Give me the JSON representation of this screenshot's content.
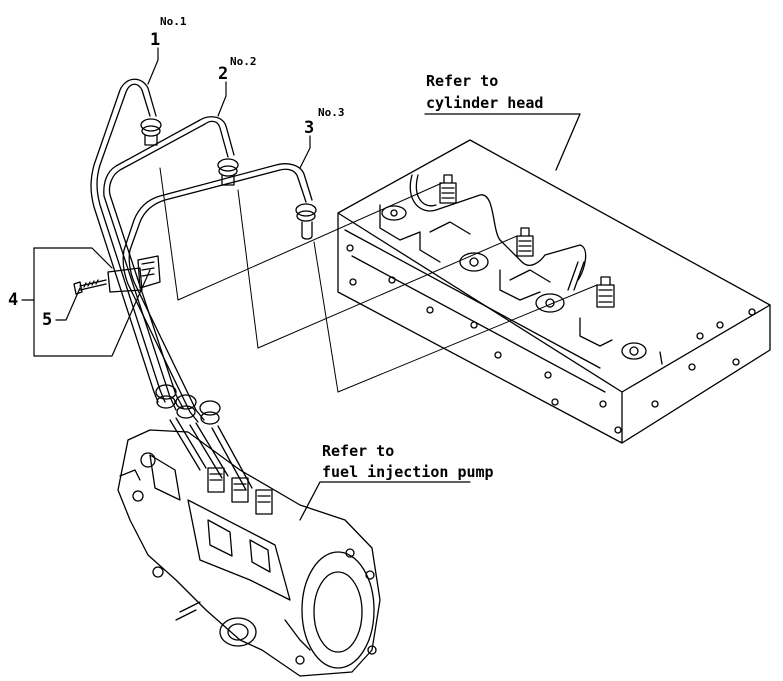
{
  "callouts": {
    "no1": "No.1",
    "no2": "No.2",
    "no3": "No.3",
    "n1": "1",
    "n2": "2",
    "n3": "3",
    "n4": "4",
    "n5": "5"
  },
  "references": {
    "cylinder_head_line1": "Refer to",
    "cylinder_head_line2": "cylinder head",
    "fuel_pump_line1": "Refer to",
    "fuel_pump_line2": "fuel injection pump"
  }
}
